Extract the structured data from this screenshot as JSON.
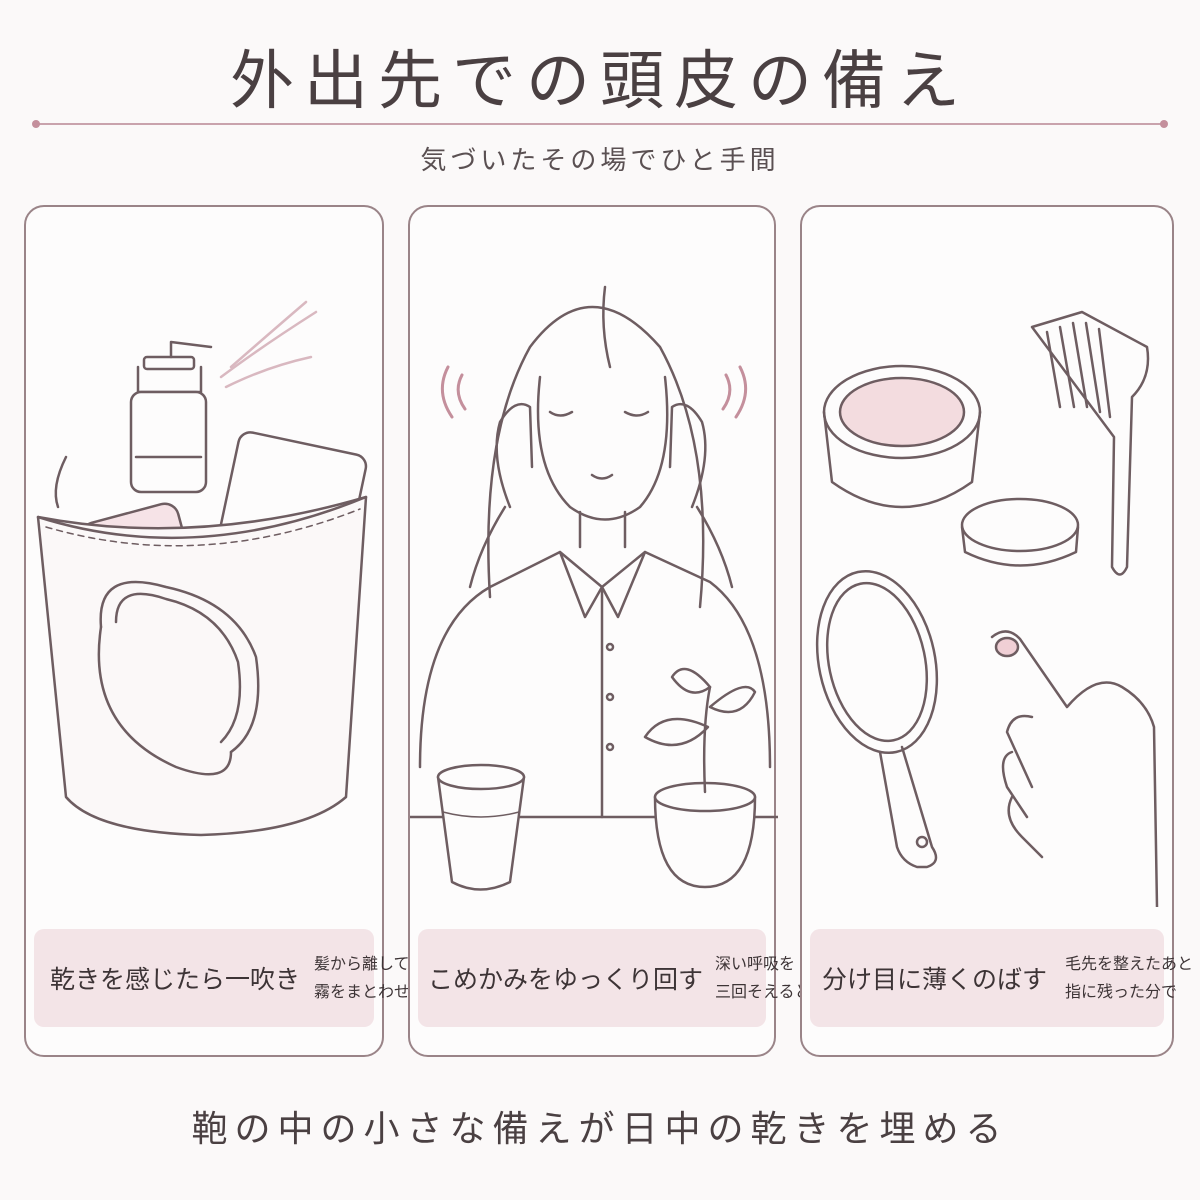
{
  "title": "外出先での頭皮の備え",
  "subtitle": "気づいたその場でひと手間",
  "panels": [
    {
      "main": "乾きを感じたら一吹き",
      "sub_line1": "髪から離して",
      "sub_line2": "霧をまとわせる",
      "illustration": "tote-bag-with-spray-bottle"
    },
    {
      "main": "こめかみをゆっくり回す",
      "sub_line1": "深い呼吸を",
      "sub_line2": "三回そえるとゆるむ",
      "illustration": "woman-massaging-temples"
    },
    {
      "main": "分け目に薄くのばす",
      "sub_line1": "毛先を整えたあと",
      "sub_line2": "指に残った分で",
      "illustration": "balm-jar-comb-mirror-finger"
    }
  ],
  "footer": "鞄の中の小さな備えが日中の乾きを埋める",
  "colors": {
    "accent": "#c48f9c",
    "caption_bg": "#f3e4e7",
    "line": "#9a8488",
    "text": "#4a4042"
  }
}
